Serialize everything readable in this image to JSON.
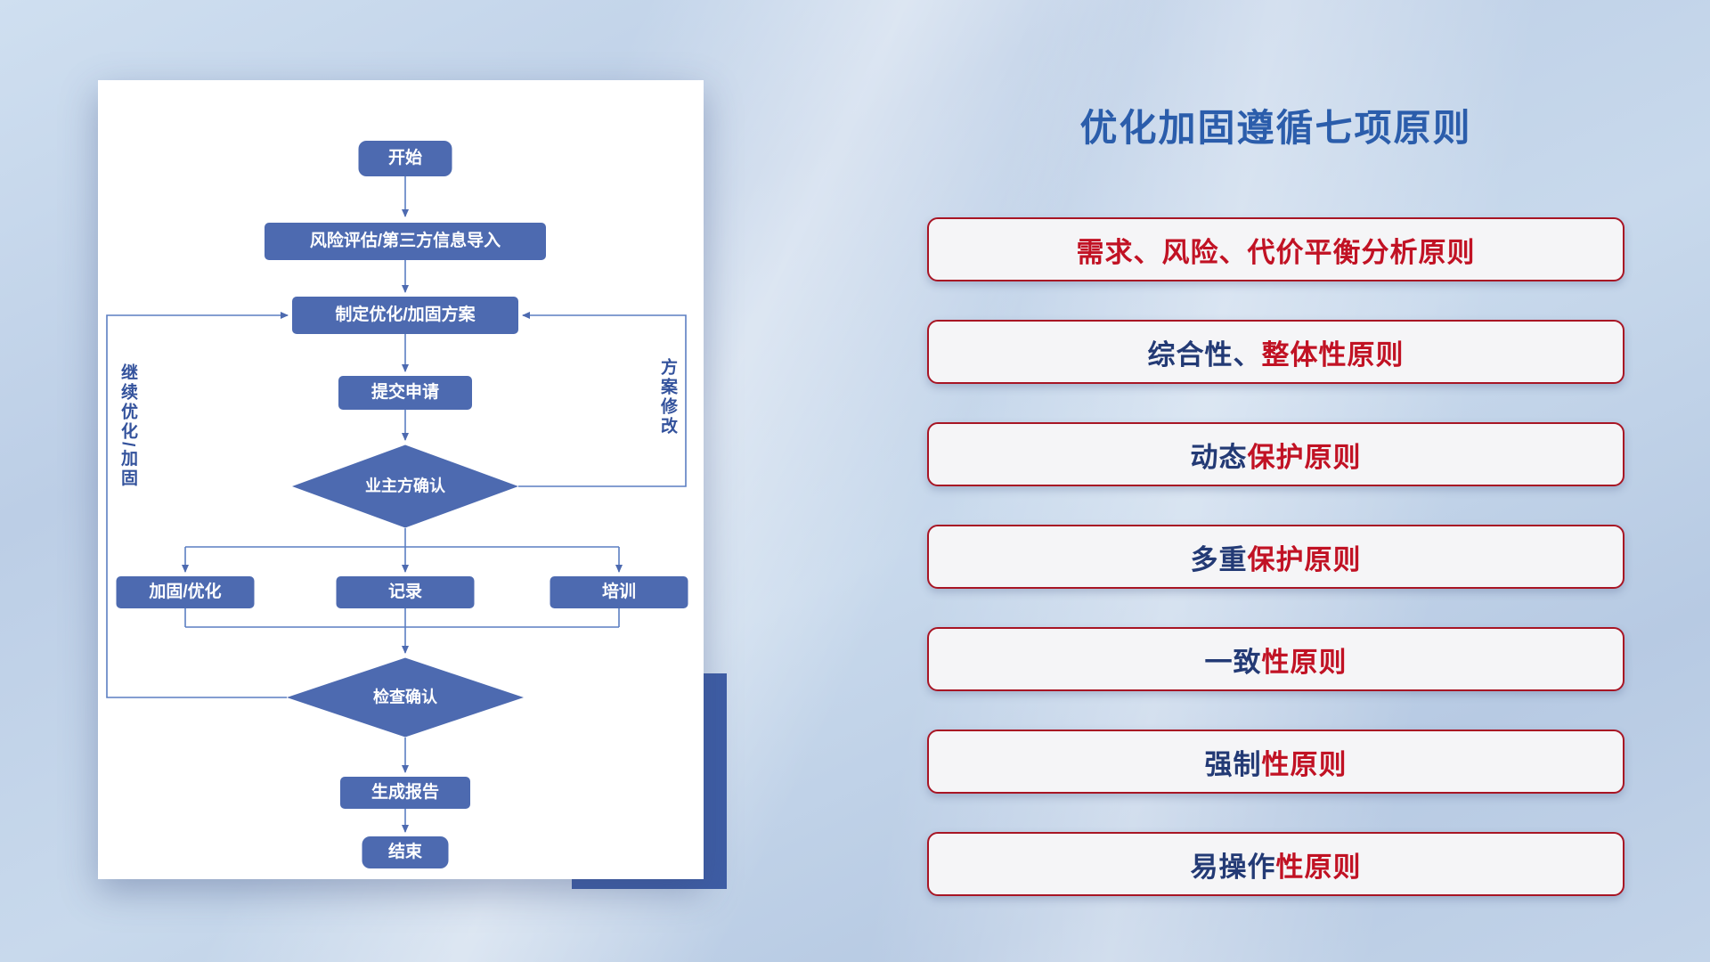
{
  "flowchart": {
    "nodes": {
      "start": "开始",
      "risk_import": "风险评估/第三方信息导入",
      "make_plan": "制定优化/加固方案",
      "submit": "提交申请",
      "owner_confirm": "业主方确认",
      "harden_optimize": "加固/优化",
      "record": "记录",
      "training": "培训",
      "check_confirm": "检查确认",
      "gen_report": "生成报告",
      "end": "结束"
    },
    "loop_labels": {
      "continue_optimize": "继续优化/加固",
      "plan_revision": "方案修改"
    }
  },
  "panel": {
    "title": "优化加固遵循七项原则",
    "principles": [
      {
        "blue": "",
        "red": "需求、风险、代价平衡分析原则"
      },
      {
        "blue": "综合性、",
        "red": "整体性原则"
      },
      {
        "blue": "动态",
        "red": "保护原则"
      },
      {
        "blue": "多重",
        "red": "保护原则"
      },
      {
        "blue": "一致",
        "red": "性原则"
      },
      {
        "blue": "强制",
        "red": "性原则"
      },
      {
        "blue": "易操作",
        "red": "性原则"
      }
    ]
  },
  "colors": {
    "title_blue": "#2b5dab",
    "node_fill": "#4d6ab0",
    "connector": "#5b7ec2",
    "accent_rect": "#3e5da5",
    "pill_border": "#a81524",
    "pill_text_blue": "#233a75",
    "pill_text_red": "#c11224"
  }
}
